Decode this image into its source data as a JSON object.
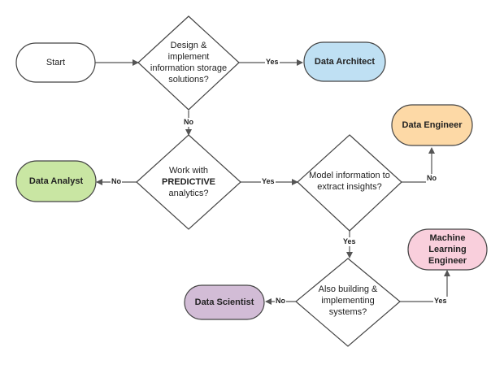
{
  "nodes": {
    "start": {
      "lines": [
        "Start"
      ],
      "fill": "#ffffff"
    },
    "q_storage": {
      "lines": [
        "Design &",
        "implement",
        "information storage",
        "solutions?"
      ]
    },
    "data_architect": {
      "lines": [
        "Data Architect"
      ],
      "fill": "#bfe0f3"
    },
    "q_predictive": {
      "lines": [
        "Work with",
        "PREDICTIVE",
        "analytics?"
      ]
    },
    "data_analyst": {
      "lines": [
        "Data Analyst"
      ],
      "fill": "#c9e6a3"
    },
    "q_model": {
      "lines": [
        "Model information to",
        "extract insights?"
      ]
    },
    "data_engineer": {
      "lines": [
        "Data Engineer"
      ],
      "fill": "#fdd9a6"
    },
    "q_systems": {
      "lines": [
        "Also building &",
        "implementing",
        "systems?"
      ]
    },
    "ml_engineer": {
      "lines": [
        "Machine",
        "Learning",
        "Engineer"
      ],
      "fill": "#f9cfdc"
    },
    "data_scientist": {
      "lines": [
        "Data Scientist"
      ],
      "fill": "#d2bcd6"
    }
  },
  "edges": {
    "start_to_storage": "",
    "storage_yes": "Yes",
    "storage_no": "No",
    "predictive_no": "No",
    "predictive_yes": "Yes",
    "model_no": "No",
    "model_yes": "Yes",
    "systems_yes": "Yes",
    "systems_no": "No"
  },
  "colors": {
    "stroke": "#444444",
    "arrow": "#555555"
  }
}
